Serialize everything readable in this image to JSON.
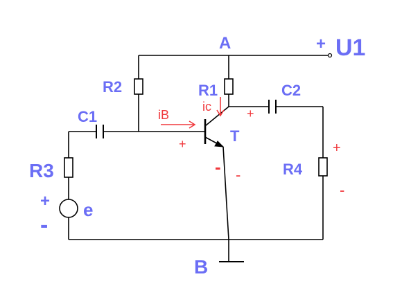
{
  "diagram": {
    "colors": {
      "wire": "#000000",
      "label": "#6b6ef5",
      "annotation": "#f0393d"
    },
    "node_labels": {
      "A": "A",
      "B": "B",
      "U1": "U1",
      "U1_sign": "+",
      "T": "T"
    },
    "components": {
      "R1": "R1",
      "R2": "R2",
      "R3": "R3",
      "R4": "R4",
      "C1": "C1",
      "C2": "C2",
      "e": "e"
    },
    "source_signs": {
      "plus": "+",
      "minus": "-"
    },
    "annotations": {
      "iB": "iB",
      "ic": "ic",
      "base_plus": "+",
      "emitter_minus_1": "-",
      "emitter_minus_2": "-",
      "collector_plus": "+",
      "r4_plus": "+",
      "r4_minus": "-"
    }
  }
}
